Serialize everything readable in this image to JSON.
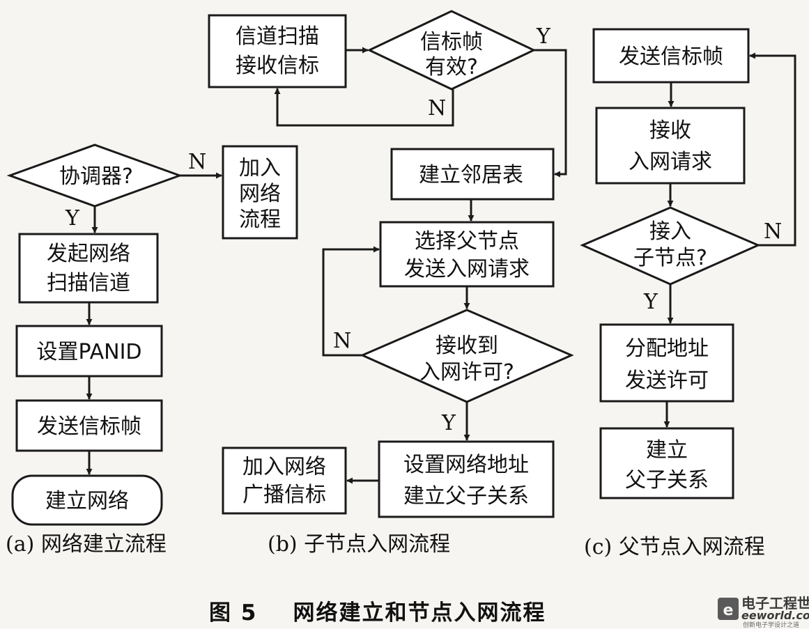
{
  "flow_a": {
    "decision_coordinator": "协调器?",
    "join_process": [
      "加入",
      "网络",
      "流程"
    ],
    "start_scan": [
      "发起网络",
      "扫描信道"
    ],
    "set_panid": "设置PANID",
    "send_beacon": "发送信标帧",
    "build_network": "建立网络",
    "caption": "(a) 网络建立流程"
  },
  "flow_b": {
    "channel_scan": [
      "信道扫描",
      "接收信标"
    ],
    "decision_beacon": [
      "信标帧",
      "有效?"
    ],
    "build_neighbor": "建立邻居表",
    "select_parent": [
      "选择父节点",
      "发送入网请求"
    ],
    "decision_permit": [
      "接收到",
      "入网许可?"
    ],
    "set_address": [
      "设置网络地址",
      "建立父子关系"
    ],
    "join_broadcast": [
      "加入网络",
      "广播信标"
    ],
    "caption": "(b) 子节点入网流程"
  },
  "flow_c": {
    "send_beacon": "发送信标帧",
    "receive_request": [
      "接收",
      "入网请求"
    ],
    "decision_accept": [
      "接入",
      "子节点?"
    ],
    "assign_address": [
      "分配地址",
      "发送许可"
    ],
    "build_relation": [
      "建立",
      "父子关系"
    ],
    "caption": "(c) 父节点入网流程"
  },
  "labels": {
    "yes": "Y",
    "no": "N"
  },
  "figure_title": "图 5    网络建立和节点入网流程",
  "watermark": {
    "brand": "电子工程世界",
    "site": "eeworld.com.cn",
    "tagline": "创新电子学设计之道"
  }
}
